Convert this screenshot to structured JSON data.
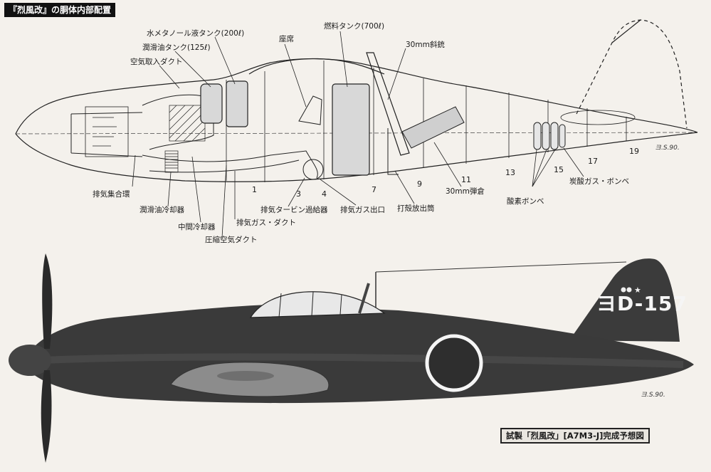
{
  "title": "『烈風改』の胴体内部配置",
  "caption": "試製「烈風改」[A7M3-J]完成予想図",
  "callouts": {
    "water_methanol_tank": "水メタノール液タンク(200ℓ)",
    "oil_tank": "潤滑油タンク(125ℓ)",
    "air_intake_duct": "空気取入ダクト",
    "seat": "座席",
    "fuel_tank": "燃料タンク(700ℓ)",
    "gun_30mm_oblique": "30mm斜銃",
    "exhaust_collector": "排気集合環",
    "oil_cooler": "潤滑油冷却器",
    "intercooler": "中間冷却器",
    "exhaust_gas_duct": "排気ガス・ダクト",
    "compressed_air_duct": "圧縮空気ダクト",
    "turbo_supercharger": "排気タービン過給器",
    "exhaust_outlet": "排気ガス出口",
    "case_ejection_tube": "打殻放出筒",
    "ammo_30mm": "30mm弾倉",
    "oxygen_cylinders": "酸素ボンベ",
    "co2_cylinder": "炭酸ガス・ボンベ"
  },
  "frame_numbers": [
    "1",
    "3",
    "4",
    "7",
    "9",
    "11",
    "13",
    "15",
    "17",
    "19"
  ],
  "tail_code": "ヨD-157",
  "signature": "ヨ.S.90.",
  "colors": {
    "paper": "#f4f1ec",
    "ink": "#1a1a1a",
    "fuselage": "#3a3a3a",
    "tank_fill": "#d8d8d8"
  }
}
